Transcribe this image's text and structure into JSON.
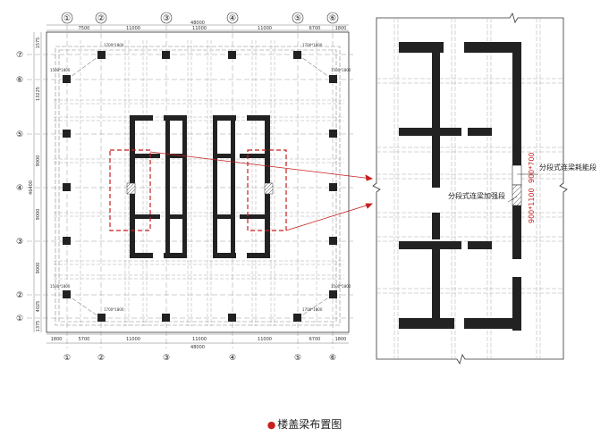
{
  "caption": "楼盖梁布置图",
  "grid_columns": [
    "①",
    "②",
    "③",
    "④",
    "⑤",
    "⑥"
  ],
  "grid_rows": [
    "⑦",
    "⑥",
    "⑤",
    "④",
    "③",
    "②",
    "①"
  ],
  "dims_top": [
    "7500",
    "11000",
    "11000",
    "11000",
    "6700",
    "1800"
  ],
  "dims_bottom": [
    "1800",
    "5700",
    "11000",
    "11000",
    "11000",
    "6700",
    "1800"
  ],
  "overall_width": "48000",
  "dims_left": [
    "1575",
    "13225",
    "9000",
    "9000",
    "9000",
    "4025",
    "1375"
  ],
  "overall_height": "46400",
  "column_labels": [
    "1500*1800",
    "1700*1800",
    "1500*1800",
    "1700*1800"
  ],
  "detail_labels": {
    "energy_segment": "分段式连梁耗能段",
    "strengthen_segment": "分段式连梁加强段",
    "size_1": "900*700",
    "size_2": "900*1100"
  },
  "colors": {
    "accent": "#c81e1e",
    "structure": "#222222",
    "dashed": "#888888"
  }
}
